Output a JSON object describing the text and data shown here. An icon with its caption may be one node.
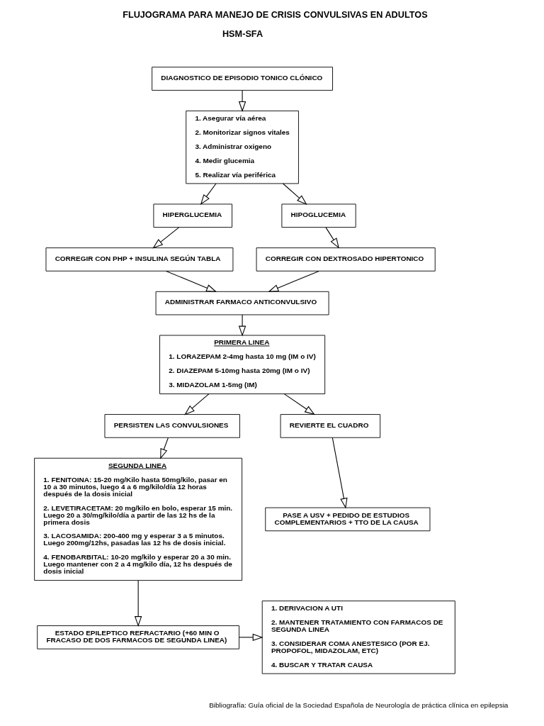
{
  "diagram": {
    "title": "FLUJOGRAMA PARA MANEJO DE CRISIS CONVULSIVAS EN ADULTOS",
    "caption": "Bibliografía: Guía oficial de la Sociedad Española de Neurología de práctica clínica en epilepsia",
    "nodes": [
      {
        "text": [
          "DIAGNOSTICO DE EPISODIO TONICO CLÓNICO"
        ]
      },
      {
        "text": [
          "1. Asegurar vía aérea",
          "2. Monitorizar signos vitales",
          "3. Administrar oxigeno",
          "4. Medir glucemia",
          "5. Realizar vía periférica"
        ]
      },
      {
        "text": [
          "HIPERGLUCEMIA"
        ]
      },
      {
        "text": [
          "HIPOGLUCEMIA"
        ]
      },
      {
        "text": [
          "CORREGIR CON PHP + INSULINA SEGÚN TABLA"
        ]
      },
      {
        "text": [
          "CORREGIR CON DEXTROSADO HIPERTONICO"
        ]
      },
      {
        "text": [
          "ADMINISTRAR FARMACO ANTICONVULSIVO"
        ]
      },
      {
        "text": [
          "PRIMERA LINEA",
          "1. LORAZEPAM 2-4mg hasta 10 mg (IM o IV)",
          "2. DIAZEPAM 5-10mg hasta 20mg (IM o IV)",
          "3. MIDAZOLAM 1-5mg (IM)"
        ]
      },
      {
        "text": [
          "PERSISTEN LAS CONVULSIONES"
        ]
      },
      {
        "text": [
          "REVIERTE EL CUADRO"
        ]
      },
      {
        "text": [
          "SEGUNDA LINEA",
          "1. FENITOINA: 15-20 mg/Kilo hasta 50mg/kilo, pasar en 10 a 30 minutos, luego 4 a 6 mg/kilo/día 12 horas después de la dosis inicial",
          "2. LEVETIRACETAM: 20 mg/kilo en bolo, esperar 15 min. Luego 20 a 30/mg/kilo/día a partir de las 12 hs de la primera dosis",
          "3. LACOSAMIDA: 200-400 mg y esperar 3 a 5 minutos. Luego 200mg/12hs, pasadas las 12 hs de dosis inicial.",
          "4. FENOBARBITAL: 10-20 mg/kilo y esperar 20 a 30 min. Luego mantener con 2 a 4 mg/kilo día, 12 hs después de dosis inicial"
        ]
      },
      {
        "text": [
          "PASE A USV + PEDIDO DE ESTUDIOS COMPLEMENTARIOS + TTO DE LA CAUSA"
        ]
      },
      {
        "text": [
          "ESTADO EPILEPTICO REFRACTARIO (+60 MIN O FRACASO DE DOS FARMACOS DE SEGUNDA LINEA)"
        ]
      },
      {
        "text": [
          "1. DERIVACION A UTI",
          "2. MANTENER TRATAMIENTO CON FARMACOS DE SEGUNDA LINEA",
          "3. CONSIDERAR COMA ANESTESICO (POR EJ. PROPOFOL, MIDAZOLAM, ETC)",
          "4. BUSCAR Y TRATAR CAUSA"
        ]
      }
    ],
    "edges": [
      {
        "from": 0,
        "to": 1,
        "arrow": "to"
      },
      {
        "from": 1,
        "to": 2,
        "arrow": "to"
      },
      {
        "from": 1,
        "to": 3,
        "arrow": "to"
      },
      {
        "from": 2,
        "to": 4,
        "arrow": "to"
      },
      {
        "from": 3,
        "to": 5,
        "arrow": "to"
      },
      {
        "from": 4,
        "to": 6,
        "arrow": "to"
      },
      {
        "from": 5,
        "to": 6,
        "arrow": "to"
      },
      {
        "from": 6,
        "to": 7,
        "arrow": "to"
      },
      {
        "from": 7,
        "to": 8,
        "arrow": "to"
      },
      {
        "from": 7,
        "to": 9,
        "arrow": "to"
      },
      {
        "from": 8,
        "to": 10,
        "arrow": "to"
      },
      {
        "from": 9,
        "to": 11,
        "arrow": "to"
      },
      {
        "from": 10,
        "to": 12,
        "arrow": "to"
      },
      {
        "from": 12,
        "to": 13,
        "arrow": "to"
      }
    ],
    "labels": [
      "HSM-SFA"
    ]
  }
}
